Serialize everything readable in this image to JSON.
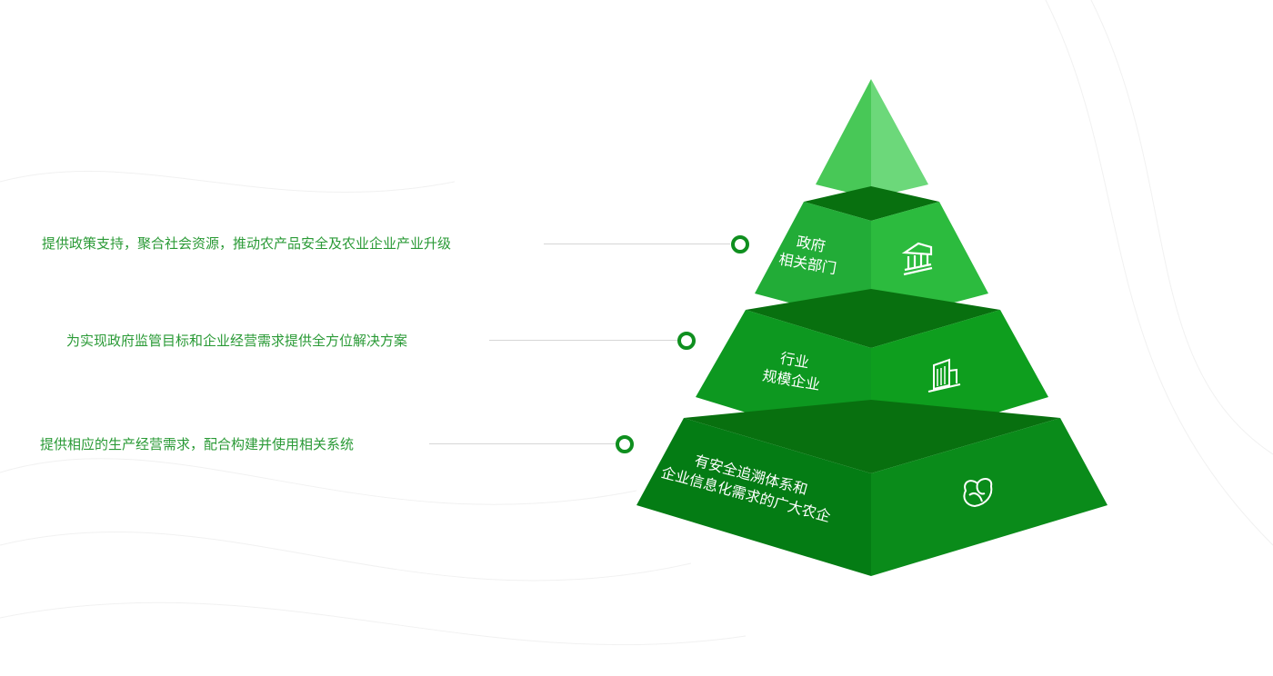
{
  "callouts": [
    "提供政策支持，聚合社会资源，推动农产品安全及农业企业产业升级",
    "为实现政府监管目标和企业经营需求提供全方位解决方案",
    "提供相应的生产经营需求，配合构建并使用相关系统"
  ],
  "tiers": [
    {
      "line1": "政府",
      "line2": "相关部门",
      "icon": "bank-icon"
    },
    {
      "line1": "行业",
      "line2": "规模企业",
      "icon": "building-icon"
    },
    {
      "line1": "有安全追溯体系和",
      "line2": "企业信息化需求的广大农企",
      "icon": "vegetable-icon"
    }
  ],
  "colors": {
    "accent": "#2a9a36",
    "dark_band": "#08700f"
  }
}
